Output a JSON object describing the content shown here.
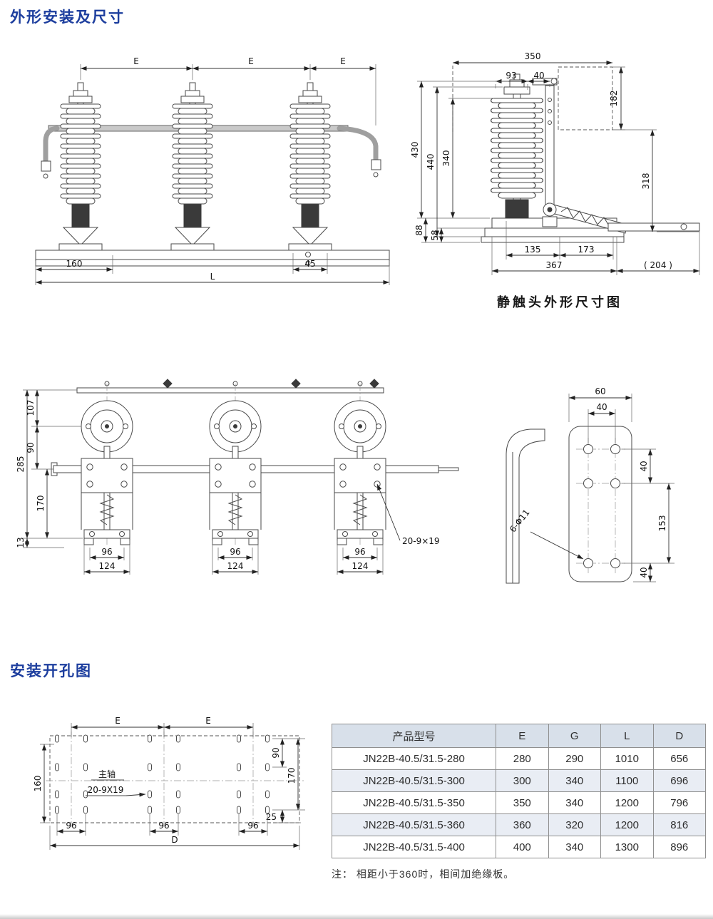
{
  "colors": {
    "heading_blue": "#1d3e9e",
    "table_header_bg": "#d8e0ea",
    "table_alt_row_bg": "#e9edf4",
    "drawing_line": "#4a4a4a"
  },
  "headings": {
    "outline": "外形安装及尺寸",
    "drilling": "安装开孔图"
  },
  "front_view": {
    "e": "E",
    "d160": "160",
    "d45": "45",
    "dL": "L"
  },
  "static_view": {
    "caption": "静触头外形尺寸图",
    "d350": "350",
    "d93": "93",
    "d40": "40",
    "d182": "182",
    "d430": "430",
    "d440": "440",
    "d340": "340",
    "d318": "318",
    "d88": "88",
    "d58": "58",
    "d135": "135",
    "d173": "173",
    "d367": "367",
    "d204": "( 204 )"
  },
  "top_view": {
    "d107": "107",
    "d90": "90",
    "d285": "285",
    "d170": "170",
    "d13": "13",
    "d96": "96",
    "d124": "124",
    "slot": "20-9×19"
  },
  "bracket_view": {
    "d60": "60",
    "d40_top": "40",
    "d40_upper": "40",
    "d153": "153",
    "d40_lower": "40",
    "holes": "6-Φ11"
  },
  "drill_view": {
    "e": "E",
    "d90": "90",
    "d170": "170",
    "d160": "160",
    "d96": "96",
    "d25": "25",
    "dD": "D",
    "main_shaft": "主轴",
    "slot": "20-9X19"
  },
  "table": {
    "headers": [
      "产品型号",
      "E",
      "G",
      "L",
      "D"
    ],
    "rows": [
      {
        "model": "JN22B-40.5/31.5-280",
        "e": "280",
        "g": "290",
        "l": "1010",
        "d": "656"
      },
      {
        "model": "JN22B-40.5/31.5-300",
        "e": "300",
        "g": "340",
        "l": "1100",
        "d": "696"
      },
      {
        "model": "JN22B-40.5/31.5-350",
        "e": "350",
        "g": "340",
        "l": "1200",
        "d": "796"
      },
      {
        "model": "JN22B-40.5/31.5-360",
        "e": "360",
        "g": "320",
        "l": "1200",
        "d": "816"
      },
      {
        "model": "JN22B-40.5/31.5-400",
        "e": "400",
        "g": "340",
        "l": "1300",
        "d": "896"
      }
    ],
    "note": "注： 相距小于360时，相间加绝缘板。"
  }
}
